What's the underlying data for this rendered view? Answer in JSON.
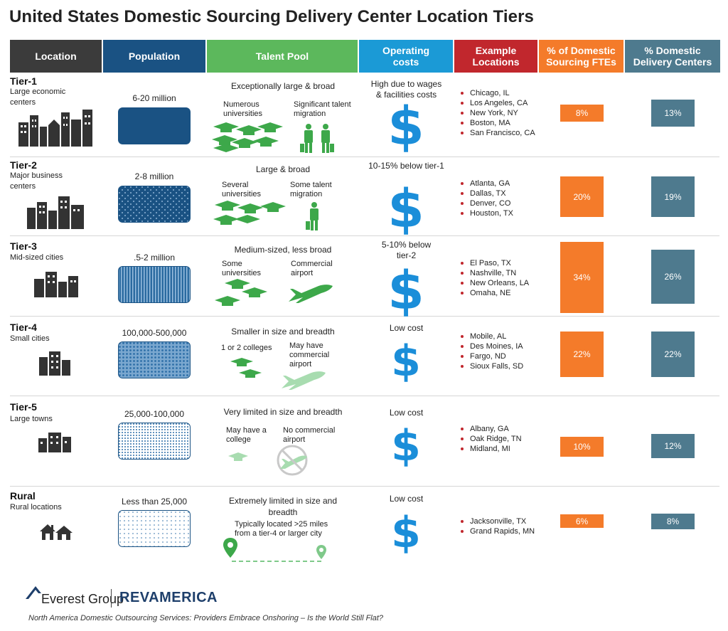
{
  "title": "United States Domestic Sourcing Delivery Center Location Tiers",
  "headers": {
    "location": "Location",
    "population": "Population",
    "talent": "Talent Pool",
    "costs": "Operating\ncosts",
    "examples": "Example\nLocations",
    "fte": "% of Domestic\nSourcing FTEs",
    "centers": "% Domestic\nDelivery Centers"
  },
  "colors": {
    "location": "#3b3b3b",
    "population": "#1a5283",
    "talent": "#5cb85c",
    "costs": "#1b9ad6",
    "examples": "#c1272d",
    "fte": "#f47b2a",
    "centers": "#4e7a8e"
  },
  "tiers": [
    {
      "name": "Tier-1",
      "desc": "Large economic centers",
      "population": "6-20 million",
      "talent_head": "Exceptionally large & broad",
      "talent_left": "Numerous universities",
      "talent_right": "Significant talent migration",
      "cost": "High due to wages & facilities costs",
      "locations": [
        "Chicago, IL",
        "Los Angeles, CA",
        "New York, NY",
        "Boston, MA",
        "San Francisco, CA"
      ],
      "fte": "8%",
      "fte_value": 8,
      "centers": "13%",
      "centers_value": 13
    },
    {
      "name": "Tier-2",
      "desc": "Major business centers",
      "population": "2-8 million",
      "talent_head": "Large & broad",
      "talent_left": "Several universities",
      "talent_right": "Some talent migration",
      "cost": "10-15% below tier-1",
      "locations": [
        "Atlanta, GA",
        "Dallas, TX",
        "Denver, CO",
        "Houston, TX"
      ],
      "fte": "20%",
      "fte_value": 20,
      "centers": "19%",
      "centers_value": 19
    },
    {
      "name": "Tier-3",
      "desc": "Mid-sized cities",
      "population": ".5-2 million",
      "talent_head": "Medium-sized, less broad",
      "talent_left": "Some universities",
      "talent_right": "Commercial airport",
      "cost": "5-10% below tier-2",
      "locations": [
        "El Paso, TX",
        "Nashville, TN",
        "New Orleans, LA",
        "Omaha, NE"
      ],
      "fte": "34%",
      "fte_value": 34,
      "centers": "26%",
      "centers_value": 26
    },
    {
      "name": "Tier-4",
      "desc": "Small cities",
      "population": "100,000-500,000",
      "talent_head": "Smaller in size and breadth",
      "talent_left": "1 or 2 colleges",
      "talent_right": "May have commercial airport",
      "cost": "Low cost",
      "locations": [
        "Mobile, AL",
        "Des Moines, IA",
        "Fargo, ND",
        "Sioux Falls, SD"
      ],
      "fte": "22%",
      "fte_value": 22,
      "centers": "22%",
      "centers_value": 22
    },
    {
      "name": "Tier-5",
      "desc": "Large towns",
      "population": "25,000-100,000",
      "talent_head": "Very limited in size and breadth",
      "talent_left": "May have a college",
      "talent_right": "No commercial airport",
      "cost": "Low cost",
      "locations": [
        "Albany, GA",
        "Oak Ridge, TN",
        "Midland, MI"
      ],
      "fte": "10%",
      "fte_value": 10,
      "centers": "12%",
      "centers_value": 12
    },
    {
      "name": "Rural",
      "desc": "Rural locations",
      "population": "Less than 25,000",
      "talent_head": "Extremely limited in size and breadth",
      "talent_left": "Typically located >25 miles from a tier-4 or larger city",
      "talent_right": "",
      "cost": "Low cost",
      "locations": [
        "Jacksonville, TX",
        "Grand Rapids, MN"
      ],
      "fte": "6%",
      "fte_value": 6,
      "centers": "8%",
      "centers_value": 8
    }
  ],
  "dollar_sign": "$",
  "footer": {
    "logo_left": "Everest Group",
    "logo_right": "REVAMERICA",
    "caption": "North America Domestic Outsourcing Services: Providers Embrace Onshoring – Is the World Still Flat?"
  }
}
